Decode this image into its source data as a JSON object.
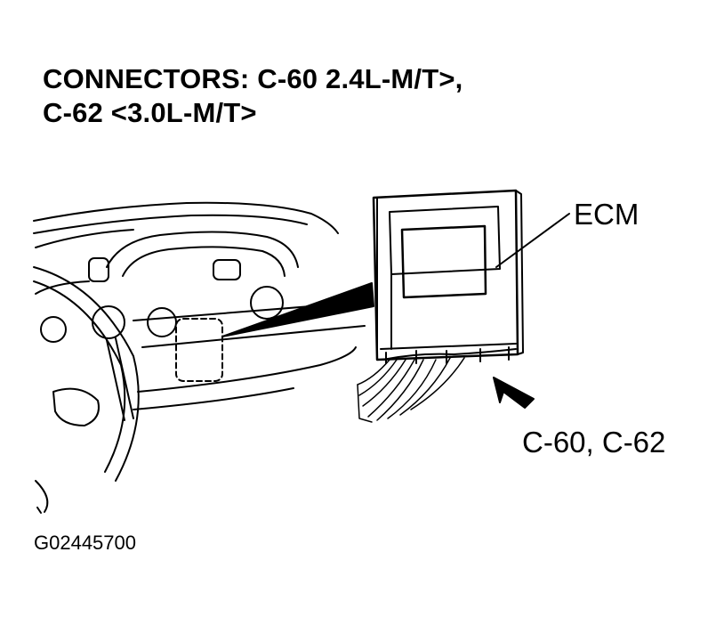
{
  "title": {
    "line1": "CONNECTORS: C-60 2.4L-M/T>,",
    "line2": "C-62 <3.0L-M/T>"
  },
  "labels": {
    "ecm": "ECM",
    "connectors": "C-60, C-62"
  },
  "figure_id": "G02445700"
}
